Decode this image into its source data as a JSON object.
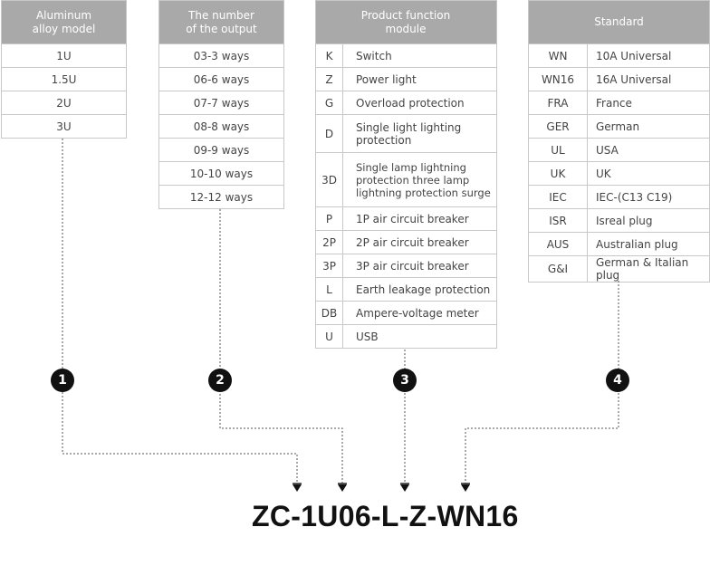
{
  "model": {
    "header": "Aluminum alloy model",
    "rows": [
      "1U",
      "1.5U",
      "2U",
      "3U"
    ]
  },
  "output": {
    "header": "The number of the output",
    "rows": [
      "03-3 ways",
      "06-6 ways",
      "07-7 ways",
      "08-8 ways",
      "09-9 ways",
      "10-10 ways",
      "12-12 ways"
    ]
  },
  "function": {
    "header": "Product  function module",
    "rows": [
      {
        "code": "K",
        "desc": "Switch"
      },
      {
        "code": "Z",
        "desc": "Power light"
      },
      {
        "code": "G",
        "desc": "Overload protection"
      },
      {
        "code": "D",
        "desc": "Single light lighting protection"
      },
      {
        "code": "3D",
        "desc": "Single lamp lightning protection three lamp lightning protection surge"
      },
      {
        "code": "P",
        "desc": "1P air circuit breaker"
      },
      {
        "code": "2P",
        "desc": "2P air circuit breaker"
      },
      {
        "code": "3P",
        "desc": "3P air circuit breaker"
      },
      {
        "code": "L",
        "desc": "Earth leakage protection"
      },
      {
        "code": "DB",
        "desc": "Ampere-voltage meter"
      },
      {
        "code": "U",
        "desc": "USB"
      }
    ]
  },
  "standard": {
    "header": "Standard",
    "rows": [
      {
        "code": "WN",
        "desc": "10A Universal"
      },
      {
        "code": "WN16",
        "desc": "16A Universal"
      },
      {
        "code": "FRA",
        "desc": "France"
      },
      {
        "code": "GER",
        "desc": "German"
      },
      {
        "code": "UL",
        "desc": "USA"
      },
      {
        "code": "UK",
        "desc": "UK"
      },
      {
        "code": "IEC",
        "desc": "IEC-(C13 C19)"
      },
      {
        "code": "ISR",
        "desc": "Isreal plug"
      },
      {
        "code": "AUS",
        "desc": "Australian plug"
      },
      {
        "code": "G&I",
        "desc": "German & Italian plug"
      }
    ]
  },
  "badges": [
    "1",
    "2",
    "3",
    "4"
  ],
  "product_code": "ZC-1U06-L-Z-WN16"
}
